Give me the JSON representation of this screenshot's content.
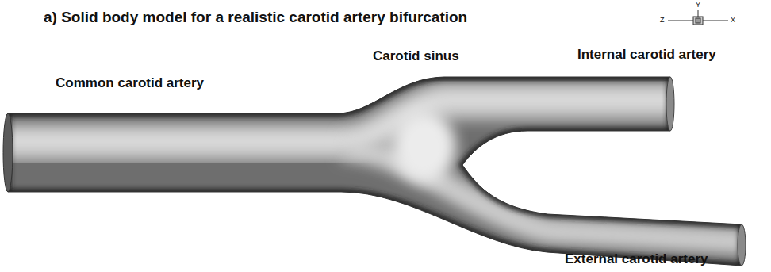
{
  "diagram": {
    "title": "a) Solid body model for a realistic carotid artery bifurcation",
    "labels": [
      "Common carotid artery",
      "Carotid sinus",
      "Internal carotid artery",
      "External carotid artery",
      "Y",
      "Z",
      "X"
    ]
  }
}
